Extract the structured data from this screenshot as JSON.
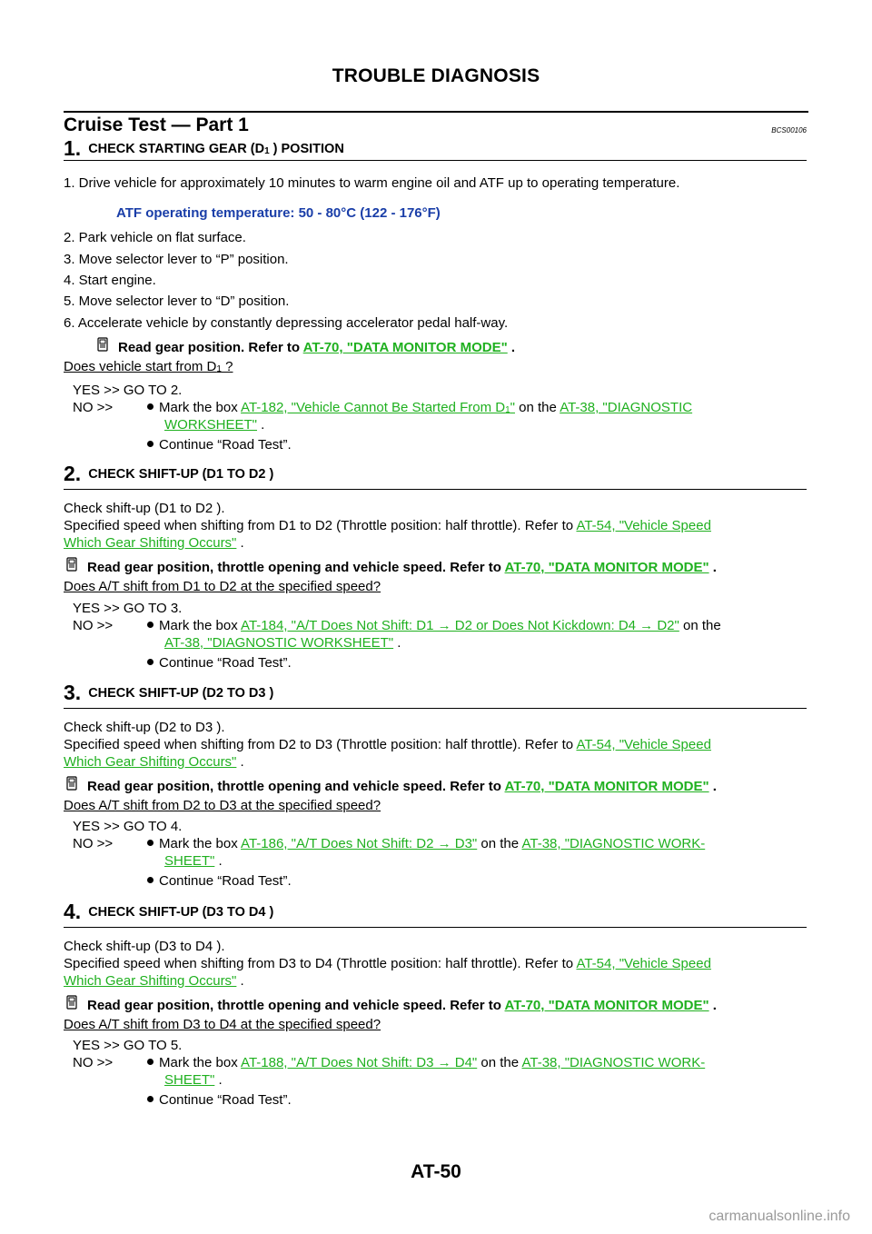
{
  "header": {
    "title": "TROUBLE DIAGNOSIS"
  },
  "section": {
    "title": "Cruise Test — Part 1",
    "code": "BCS00106"
  },
  "step1": {
    "num": "1.",
    "title_a": "CHECK STARTING GEAR (D",
    "title_sub": "1",
    "title_b": " ) POSITION",
    "items": [
      "1.  Drive vehicle for approximately 10 minutes to warm engine oil and ATF up to operating temperature.",
      "2.  Park vehicle on flat surface.",
      "3.  Move selector lever to “P” position.",
      "4.  Start engine.",
      "5.  Move selector lever to “D” position.",
      "6.  Accelerate vehicle by constantly depressing accelerator pedal half-way."
    ],
    "spec": "ATF operating temperature:    50 - 80°C (122 - 176°F)",
    "monitor_text": "Read gear position. Refer to ",
    "monitor_link": "AT-70, \"DATA MONITOR MODE\"",
    "question_a": "Does vehicle start from D",
    "question_sub": "1",
    "question_b": " ?",
    "yes_text": "YES    >> GO TO 2.",
    "no_prefix": "NO     >>",
    "no_text_a": "Mark the box ",
    "no_link_1": "AT-182, \"Vehicle Cannot Be Started From D",
    "no_link_1_sub": "1",
    "no_link_1_end": "\"",
    "no_mid": " on the ",
    "no_link_2a": "AT-38, \"DIAGNOSTIC",
    "no_link_2b": "WORKSHEET\"",
    "no_end": " .",
    "continue_text": "Continue “Road Test”."
  },
  "step2": {
    "num": "2.",
    "title": "CHECK SHIFT-UP (D1  TO D2 )",
    "check_line": "Check shift-up (D1  to D2 ).",
    "spec_line": "Specified speed when shifting from D1  to D2  (Throttle position: half throttle). Refer to ",
    "spec_link_a": "AT-54, \"Vehicle Speed",
    "spec_link_b": "Which Gear Shifting Occurs\"",
    "monitor_text": "Read gear position, throttle opening and vehicle speed. Refer to ",
    "monitor_link": "AT-70, \"DATA MONITOR MODE\"",
    "question": "Does A/T shift from D1  to D2  at the specified speed?",
    "yes_text": "YES    >> GO TO 3.",
    "no_prefix": "NO     >>",
    "no_text_a": "Mark the box ",
    "no_link_1": "AT-184, \"A/T Does Not Shift: D1 → D2 or Does Not Kickdown: D4 → D2\"",
    "no_mid": "  on the",
    "no_link_2": "AT-38, \"DIAGNOSTIC WORKSHEET\"",
    "no_end": " .",
    "continue_text": "Continue “Road Test”."
  },
  "step3": {
    "num": "3.",
    "title": "CHECK SHIFT-UP (D2  TO D3 )",
    "check_line": "Check shift-up (D2  to D3 ).",
    "spec_line": "Specified speed when shifting from D2  to D3  (Throttle position: half throttle). Refer to ",
    "spec_link_a": "AT-54, \"Vehicle Speed",
    "spec_link_b": "Which Gear Shifting Occurs\"",
    "monitor_text": "Read gear position, throttle opening and vehicle speed. Refer to ",
    "monitor_link": "AT-70, \"DATA MONITOR MODE\"",
    "question": "Does A/T shift from D2  to D3  at the specified speed?",
    "yes_text": "YES    >> GO TO 4.",
    "no_prefix": "NO     >>",
    "no_text_a": "Mark the box ",
    "no_link_1": "AT-186, \"A/T Does Not Shift: D2 → D3\"",
    "no_mid": "  on the ",
    "no_link_2a": "AT-38, \"DIAGNOSTIC WORK-",
    "no_link_2b": "SHEET\"",
    "no_end": " .",
    "continue_text": "Continue “Road Test”."
  },
  "step4": {
    "num": "4.",
    "title": "CHECK SHIFT-UP (D3  TO D4 )",
    "check_line": "Check shift-up (D3  to D4 ).",
    "spec_line": "Specified speed when shifting from D3  to D4  (Throttle position: half throttle). Refer to ",
    "spec_link_a": "AT-54, \"Vehicle Speed",
    "spec_link_b": "Which Gear Shifting Occurs\"",
    "monitor_text": "Read gear position, throttle opening and vehicle speed. Refer to ",
    "monitor_link": "AT-70, \"DATA MONITOR MODE\"",
    "question": "Does A/T shift from D3  to D4  at the specified speed?",
    "yes_text": "YES    >> GO TO 5.",
    "no_prefix": "NO     >>",
    "no_text_a": "Mark the box ",
    "no_link_1": "AT-188, \"A/T Does Not Shift: D3 → D4\"",
    "no_mid": "  on the ",
    "no_link_2a": "AT-38, \"DIAGNOSTIC WORK-",
    "no_link_2b": "SHEET\"",
    "no_end": " .",
    "continue_text": "Continue “Road Test”."
  },
  "footer": {
    "page_number": "AT-50"
  },
  "watermark": {
    "text": "carmanualsonline.info"
  },
  "icons": {
    "consult": "consult-tool-icon",
    "bullet": "bullet-dot-icon"
  },
  "colors": {
    "link": "#1fb01f",
    "spec": "#1a3ea8"
  }
}
